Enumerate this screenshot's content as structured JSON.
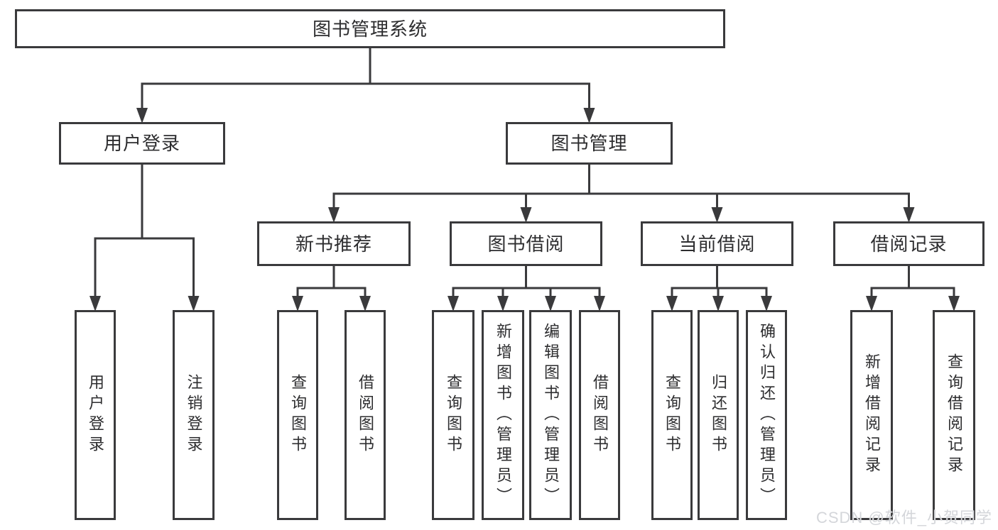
{
  "diagram": {
    "watermark": "CSDN @软件_小贺同学",
    "colors": {
      "line": "#3a3a3c",
      "box_border": "#3a3a3c",
      "box_background": "#ffffff",
      "text": "#2d2d2f",
      "watermark": "#d4d6da"
    },
    "nodes": [
      {
        "id": "root",
        "label": "图书管理系统",
        "orientation": "horizontal"
      },
      {
        "id": "login",
        "label": "用户登录",
        "orientation": "horizontal"
      },
      {
        "id": "mgmt",
        "label": "图书管理",
        "orientation": "horizontal"
      },
      {
        "id": "login-user",
        "label": "用户登录",
        "orientation": "vertical"
      },
      {
        "id": "login-logout",
        "label": "注销登录",
        "orientation": "vertical"
      },
      {
        "id": "rec",
        "label": "新书推荐",
        "orientation": "horizontal"
      },
      {
        "id": "borrow",
        "label": "图书借阅",
        "orientation": "horizontal"
      },
      {
        "id": "current",
        "label": "当前借阅",
        "orientation": "horizontal"
      },
      {
        "id": "records",
        "label": "借阅记录",
        "orientation": "horizontal"
      },
      {
        "id": "rec-query",
        "label": "查询图书",
        "orientation": "vertical"
      },
      {
        "id": "rec-borrow",
        "label": "借阅图书",
        "orientation": "vertical"
      },
      {
        "id": "borrow-query",
        "label": "查询图书",
        "orientation": "vertical"
      },
      {
        "id": "borrow-add",
        "label": "新增图书（管理员）",
        "orientation": "vertical"
      },
      {
        "id": "borrow-edit",
        "label": "编辑图书（管理员）",
        "orientation": "vertical"
      },
      {
        "id": "borrow-borrow",
        "label": "借阅图书",
        "orientation": "vertical"
      },
      {
        "id": "cur-query",
        "label": "查询图书",
        "orientation": "vertical"
      },
      {
        "id": "cur-return",
        "label": "归还图书",
        "orientation": "vertical"
      },
      {
        "id": "cur-confirm",
        "label": "确认归还（管理员）",
        "orientation": "vertical"
      },
      {
        "id": "recd-add",
        "label": "新增借阅记录",
        "orientation": "vertical"
      },
      {
        "id": "recd-query",
        "label": "查询借阅记录",
        "orientation": "vertical"
      }
    ],
    "edges": [
      {
        "from": "root",
        "to": [
          "login",
          "mgmt"
        ]
      },
      {
        "from": "login",
        "to": [
          "login-user",
          "login-logout"
        ]
      },
      {
        "from": "mgmt",
        "to": [
          "rec",
          "borrow",
          "current",
          "records"
        ]
      },
      {
        "from": "rec",
        "to": [
          "rec-query",
          "rec-borrow"
        ]
      },
      {
        "from": "borrow",
        "to": [
          "borrow-query",
          "borrow-add",
          "borrow-edit",
          "borrow-borrow"
        ]
      },
      {
        "from": "current",
        "to": [
          "cur-query",
          "cur-return",
          "cur-confirm"
        ]
      },
      {
        "from": "records",
        "to": [
          "recd-add",
          "recd-query"
        ]
      }
    ]
  }
}
